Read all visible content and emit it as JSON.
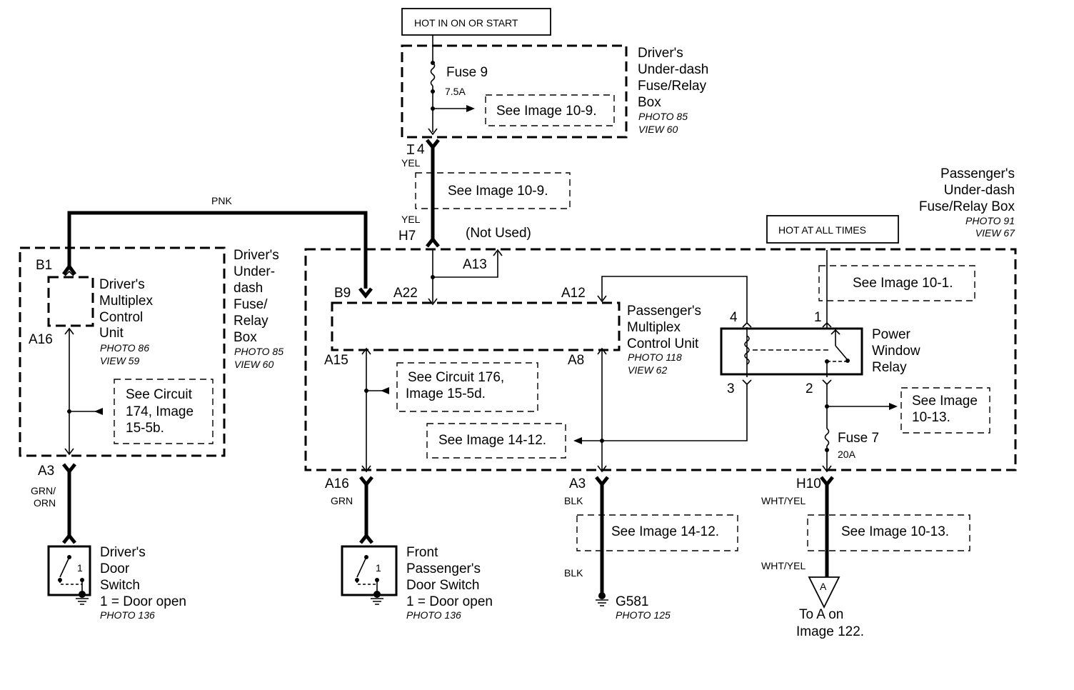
{
  "power": {
    "hot_start": "HOT IN ON OR START",
    "hot_always": "HOT AT ALL TIMES"
  },
  "fuse9": {
    "name": "Fuse 9",
    "rating": "7.5A",
    "ref": "See Image 10-9."
  },
  "driver_fuse_box_top": {
    "lines": [
      "Driver's",
      "Under-dash",
      "Fuse/Relay",
      "Box"
    ],
    "photo": "PHOTO 85",
    "view": "VIEW 60"
  },
  "yel_wire": {
    "pin_top": "4",
    "color1": "YEL",
    "ref": "See Image 10-9.",
    "color2": "YEL",
    "pin_bottom": "H7",
    "not_used": "(Not Used)"
  },
  "pnk": "PNK",
  "driver_mcu": {
    "pin_top": "B1",
    "pin_bottom": "A16",
    "lines": [
      "Driver's",
      "Multiplex",
      "Control",
      "Unit"
    ],
    "photo": "PHOTO 86",
    "view": "VIEW 59",
    "ref": [
      "See Circuit",
      "174, Image",
      "15-5b."
    ]
  },
  "driver_fuse_box_left": {
    "lines": [
      "Driver's",
      "Under-",
      "dash",
      "Fuse/",
      "Relay",
      "Box"
    ],
    "photo": "PHOTO 85",
    "view": "VIEW 60"
  },
  "passenger_fuse_box": {
    "lines": [
      "Passenger's",
      "Under-dash",
      "Fuse/Relay Box"
    ],
    "photo": "PHOTO 91",
    "view": "VIEW 67"
  },
  "passenger_mcu": {
    "pin_b9": "B9",
    "pin_a22": "A22",
    "pin_a13": "A13",
    "pin_a12": "A12",
    "pin_a15": "A15",
    "pin_a8": "A8",
    "lines": [
      "Passenger's",
      "Multiplex",
      "Control Unit"
    ],
    "photo": "PHOTO 118",
    "view": "VIEW 62",
    "ref_circuit": [
      "See Circuit 176,",
      "Image 15-5d."
    ],
    "ref_image": "See Image 14-12."
  },
  "relay": {
    "ref_top": "See Image 10-1.",
    "pin1": "1",
    "pin2": "2",
    "pin3": "3",
    "pin4": "4",
    "lines": [
      "Power",
      "Window",
      "Relay"
    ],
    "ref_right": [
      "See Image",
      "10-13."
    ]
  },
  "fuse7": {
    "name": "Fuse 7",
    "rating": "20A"
  },
  "driver_a3": {
    "pin": "A3",
    "color": [
      "GRN/",
      "ORN"
    ]
  },
  "driver_door_switch": {
    "lines": [
      "Driver's",
      "Door",
      "Switch",
      "1 =  Door open"
    ],
    "photo": "PHOTO 136",
    "pos": "1"
  },
  "passenger_a16": {
    "pin": "A16",
    "color": "GRN"
  },
  "front_door_switch": {
    "lines": [
      "Front",
      "Passenger's",
      "Door Switch",
      "1 =  Door open"
    ],
    "photo": "PHOTO 136",
    "pos": "1"
  },
  "ground": {
    "pin": "A3",
    "color1": "BLK",
    "ref": "See Image 14-12.",
    "color2": "BLK",
    "name": "G581",
    "photo": "PHOTO 125"
  },
  "h10": {
    "pin": "H10",
    "color1": "WHT/YEL",
    "ref": "See Image 10-13.",
    "color2": "WHT/YEL",
    "connector": "A",
    "to": [
      "To A on",
      "Image 122."
    ]
  }
}
